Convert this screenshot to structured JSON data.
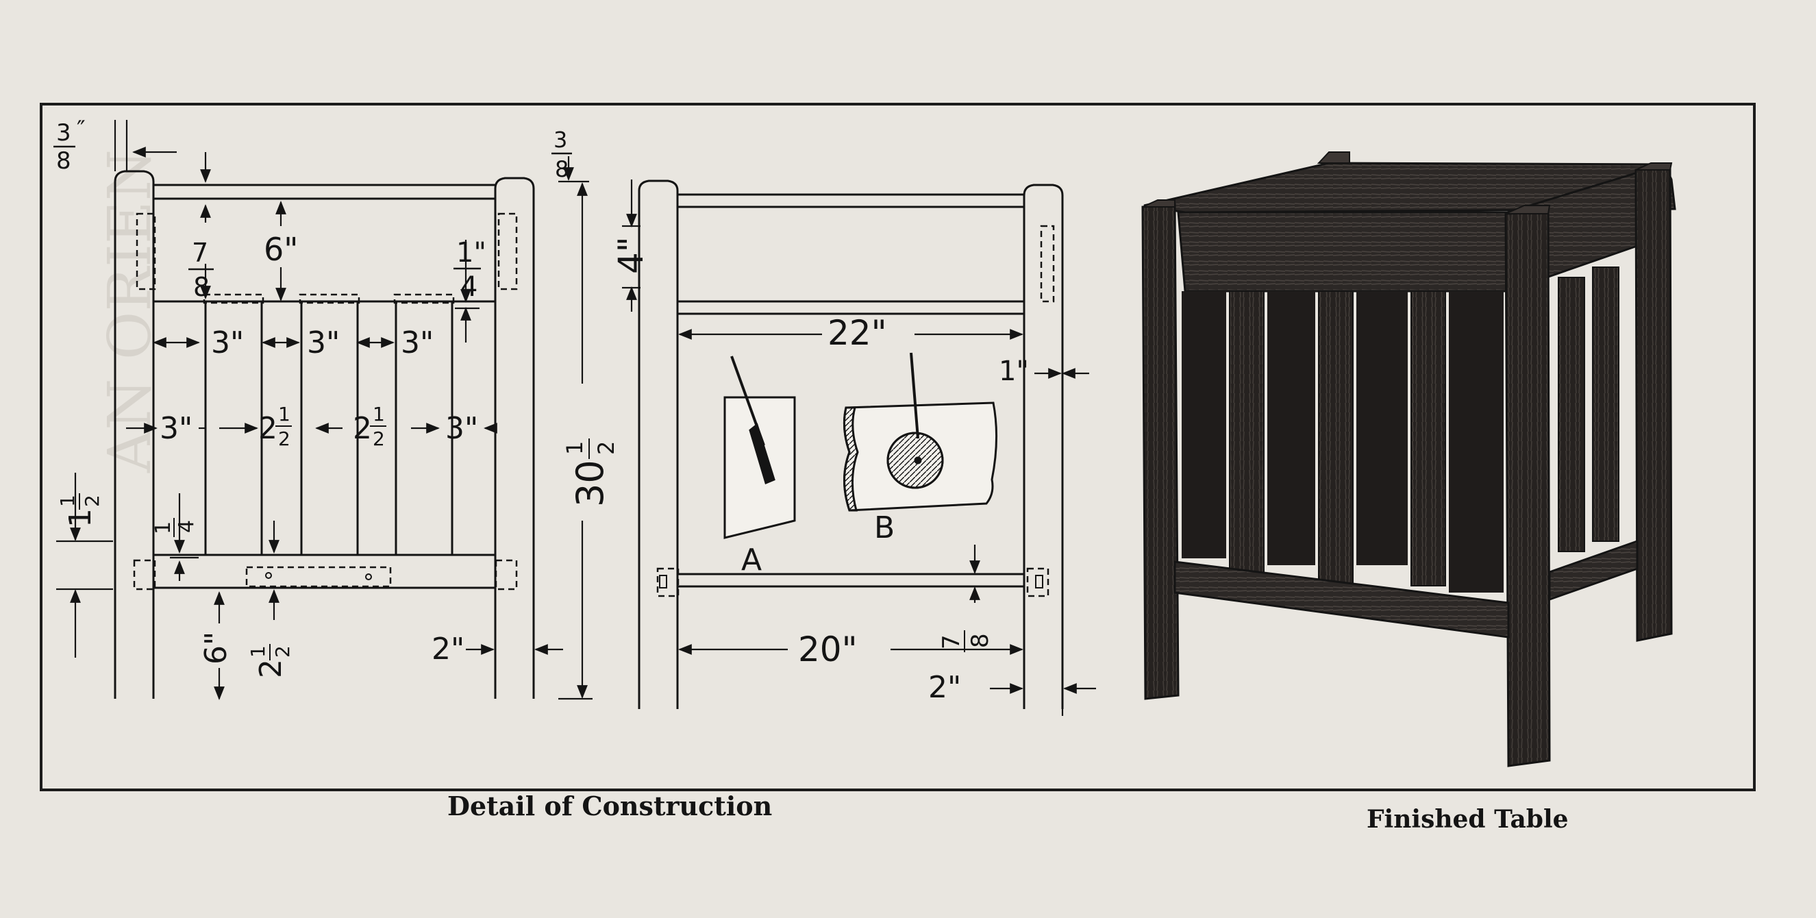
{
  "captions": {
    "left": "Detail of Construction",
    "right": "Finished Table"
  },
  "dimensions": {
    "d38_left": {
      "n": "3",
      "d": "8"
    },
    "d78_top": {
      "n": "7",
      "d": "8"
    },
    "d6_top": "6\"",
    "d38_right": {
      "n": "3",
      "d": "8"
    },
    "d14_right": {
      "n": "1\"",
      "d": "4"
    },
    "slat_spacing": [
      "3\"",
      "3\"",
      "3\""
    ],
    "gap_row": {
      "a": "3\"",
      "b": "2",
      "c": "2",
      "d": "3\"",
      "half_n": "1",
      "half_d": "2"
    },
    "d1_12": {
      "w": "1",
      "n": "1",
      "d": "2"
    },
    "d14_left": {
      "n": "1",
      "d": "4"
    },
    "d6_bottom": "6\"",
    "d2_12": {
      "w": "2",
      "n": "1",
      "d": "2"
    },
    "d2_left": "2\"",
    "height": {
      "w": "30",
      "n": "1",
      "d": "2"
    },
    "d4": "4\"",
    "d22": "22\"",
    "d1": "1\"",
    "d20": "20\"",
    "d78_right": {
      "n": "7",
      "d": "8"
    },
    "d2_right": "2\""
  },
  "figure_labels": {
    "a": "A",
    "b": "B"
  },
  "colors": {
    "ink": "#141414",
    "paper": "#e9e6e0",
    "wood_dark": "#2a2624",
    "wood_mid": "#4a4440"
  }
}
